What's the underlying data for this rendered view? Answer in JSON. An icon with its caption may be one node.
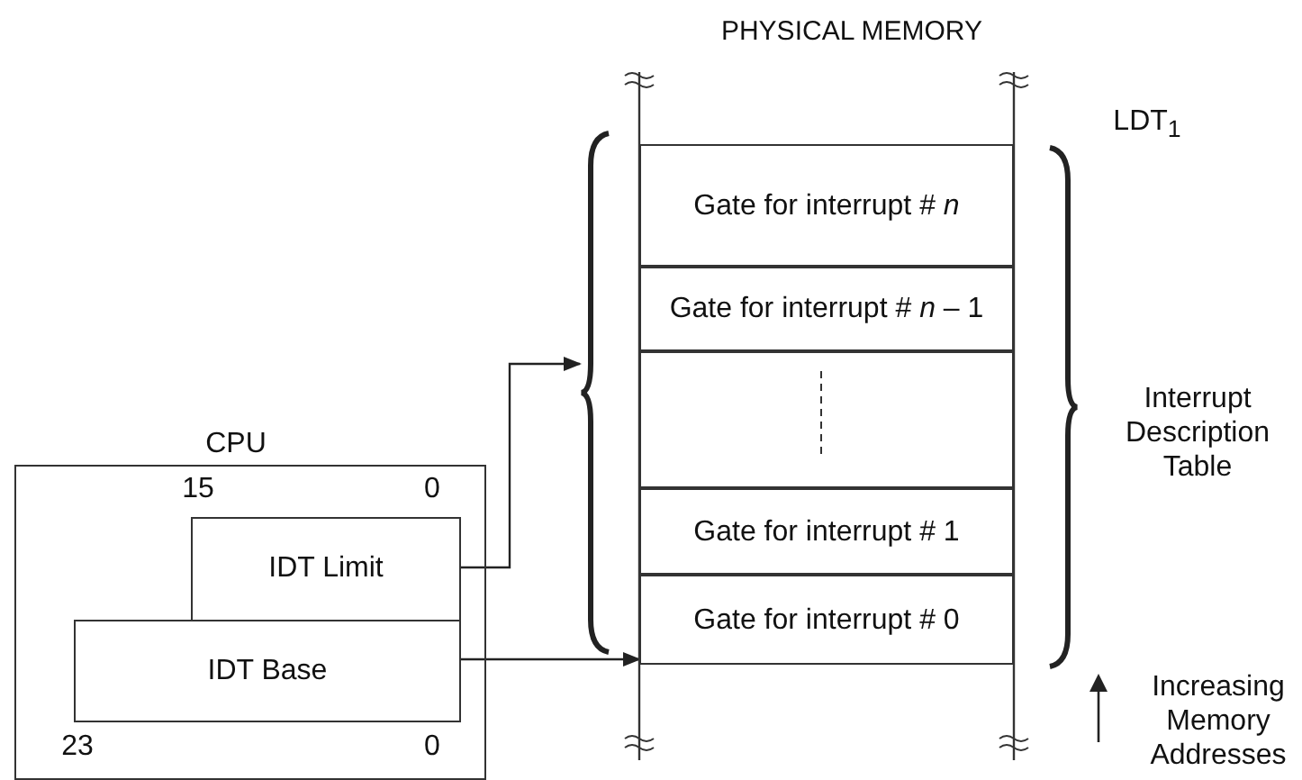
{
  "diagram": {
    "nodes": [
      {
        "text": [
          "CPU"
        ]
      },
      {
        "text": [
          "IDT Limit"
        ],
        "in": 0
      },
      {
        "text": [
          "IDT Base"
        ],
        "in": 0
      },
      {
        "text": [
          "PHYSICAL MEMORY"
        ]
      },
      {
        "text": [
          "Interrupt Description Table"
        ],
        "in": 3
      },
      {
        "text": [
          "Gate for interrupt # *n*"
        ],
        "in": 4
      },
      {
        "text": [
          "Gate for interrupt # *n* – 1"
        ],
        "in": 4
      },
      {
        "text": [],
        "shape": "box",
        "in": 4
      },
      {
        "text": [
          "Gate for interrupt # 1"
        ],
        "in": 4
      },
      {
        "text": [
          "Gate for interrupt # 0"
        ],
        "in": 4
      }
    ],
    "edges": [
      {
        "from": 1,
        "to": 4,
        "arrow": "to"
      },
      {
        "from": 2,
        "to": 9,
        "arrow": "to"
      }
    ],
    "labels": [
      "15",
      "0",
      "23",
      "0",
      "LDT$_{1}$",
      "Increasing Memory Addresses"
    ]
  }
}
